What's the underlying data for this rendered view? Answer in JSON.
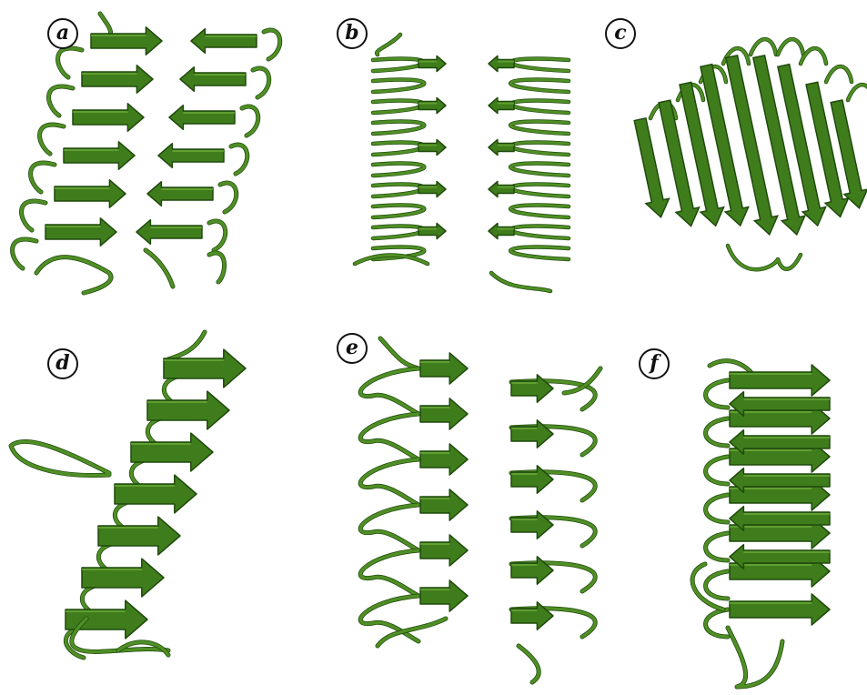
{
  "figure": {
    "panels": [
      {
        "label": "a",
        "motif": "two-column-beta-solenoid"
      },
      {
        "label": "b",
        "motif": "two-column-beta-helix-thin"
      },
      {
        "label": "c",
        "motif": "flat-beta-sheet-stack"
      },
      {
        "label": "d",
        "motif": "tilted-single-column-beta-solenoid"
      },
      {
        "label": "e",
        "motif": "two-column-beta-solenoid"
      },
      {
        "label": "f",
        "motif": "single-column-beta-arch"
      }
    ]
  },
  "colors": {
    "ribbon": "#3f7d1c",
    "ribbon_dark": "#1f4a0c",
    "ribbon_light": "#6fae3b",
    "coil": "#4f8f25",
    "label_border": "#111111",
    "background": "#ffffff"
  }
}
